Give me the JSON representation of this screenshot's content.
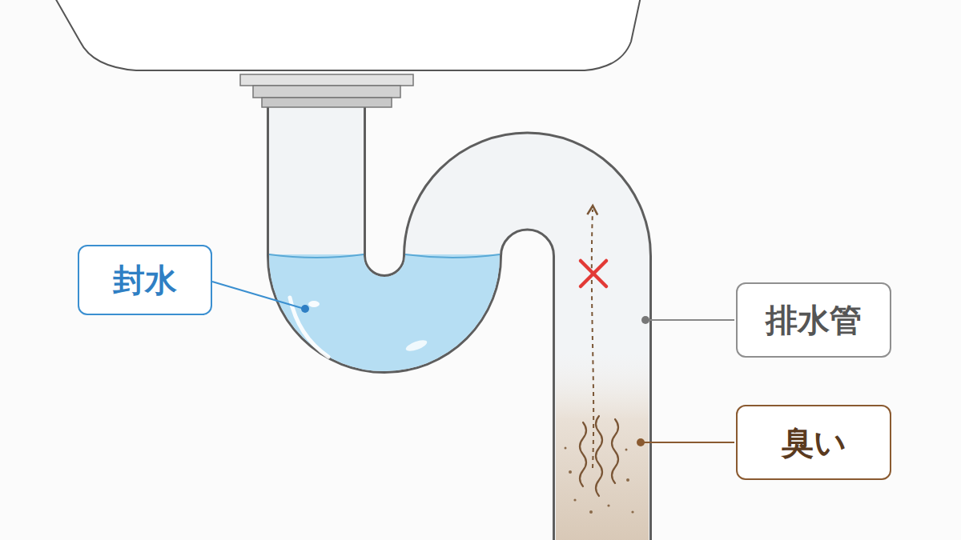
{
  "diagram": {
    "nodes": [
      {
        "text": [
          "封水"
        ]
      },
      {
        "text": [
          "排水管"
        ]
      },
      {
        "text": [
          "臭い"
        ]
      }
    ]
  }
}
